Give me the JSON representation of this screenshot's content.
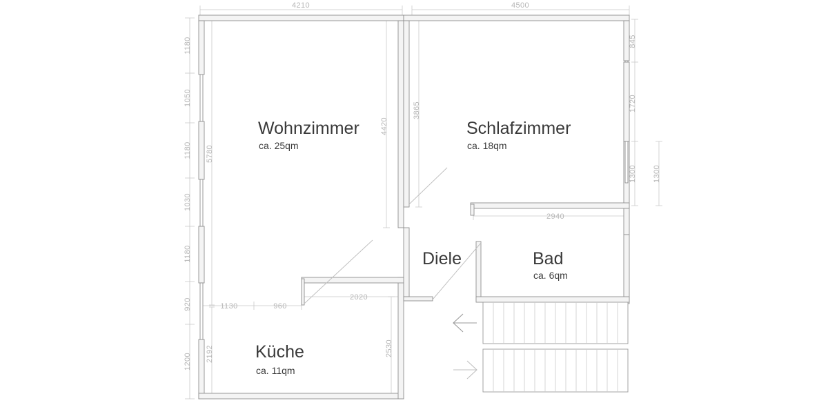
{
  "plan": {
    "type": "floor-plan",
    "units": "mm",
    "background_color": "#ffffff",
    "wall_color": "#8f8f8f",
    "wall_fill_color": "#f2f2f2",
    "dimension_color": "#b6b6b6",
    "text_color": "#3a3a3a",
    "rooms": [
      {
        "id": "wohnzimmer",
        "name": "Wohnzimmer",
        "area": "ca. 25qm"
      },
      {
        "id": "schlafzimmer",
        "name": "Schlafzimmer",
        "area": "ca. 18qm"
      },
      {
        "id": "kueche",
        "name": "Küche",
        "area": "ca. 11qm"
      },
      {
        "id": "bad",
        "name": "Bad",
        "area": "ca. 6qm"
      },
      {
        "id": "diele",
        "name": "Diele",
        "area": ""
      }
    ],
    "dimensions": {
      "top": [
        {
          "id": "top-left",
          "value": "4210"
        },
        {
          "id": "top-right",
          "value": "4500"
        }
      ],
      "left_chain": [
        {
          "id": "left-1",
          "value": "1180"
        },
        {
          "id": "left-2",
          "value": "1050"
        },
        {
          "id": "left-3",
          "value": "1180"
        },
        {
          "id": "left-4",
          "value": "1030"
        },
        {
          "id": "left-5",
          "value": "1180"
        },
        {
          "id": "left-6",
          "value": "920"
        },
        {
          "id": "left-7",
          "value": "1200"
        }
      ],
      "left_overall": [
        {
          "id": "left-total-upper",
          "value": "5780"
        },
        {
          "id": "left-total-lower",
          "value": "2192"
        }
      ],
      "interior_vertical": [
        {
          "id": "wohnzimmer-height",
          "value": "4420"
        },
        {
          "id": "schlafzimmer-height",
          "value": "3865"
        },
        {
          "id": "kueche-height",
          "value": "2530"
        }
      ],
      "interior_horizontal": [
        {
          "id": "kueche-wall-a",
          "value": "1130"
        },
        {
          "id": "kueche-door",
          "value": "960"
        },
        {
          "id": "kueche-wall-b",
          "value": "2020"
        },
        {
          "id": "bad-width",
          "value": "2940"
        }
      ],
      "right_chain": [
        {
          "id": "right-1",
          "value": "845"
        },
        {
          "id": "right-2",
          "value": "1720"
        },
        {
          "id": "right-3",
          "value": "1300"
        }
      ],
      "right_outer": [
        {
          "id": "right-outer-1",
          "value": "1300"
        }
      ]
    },
    "stairs": [
      {
        "id": "stair-upper",
        "direction": "left",
        "arrow": "arrow-left-icon",
        "steps": 13
      },
      {
        "id": "stair-lower",
        "direction": "right",
        "arrow": "arrow-right-icon",
        "steps": 13
      }
    ]
  }
}
